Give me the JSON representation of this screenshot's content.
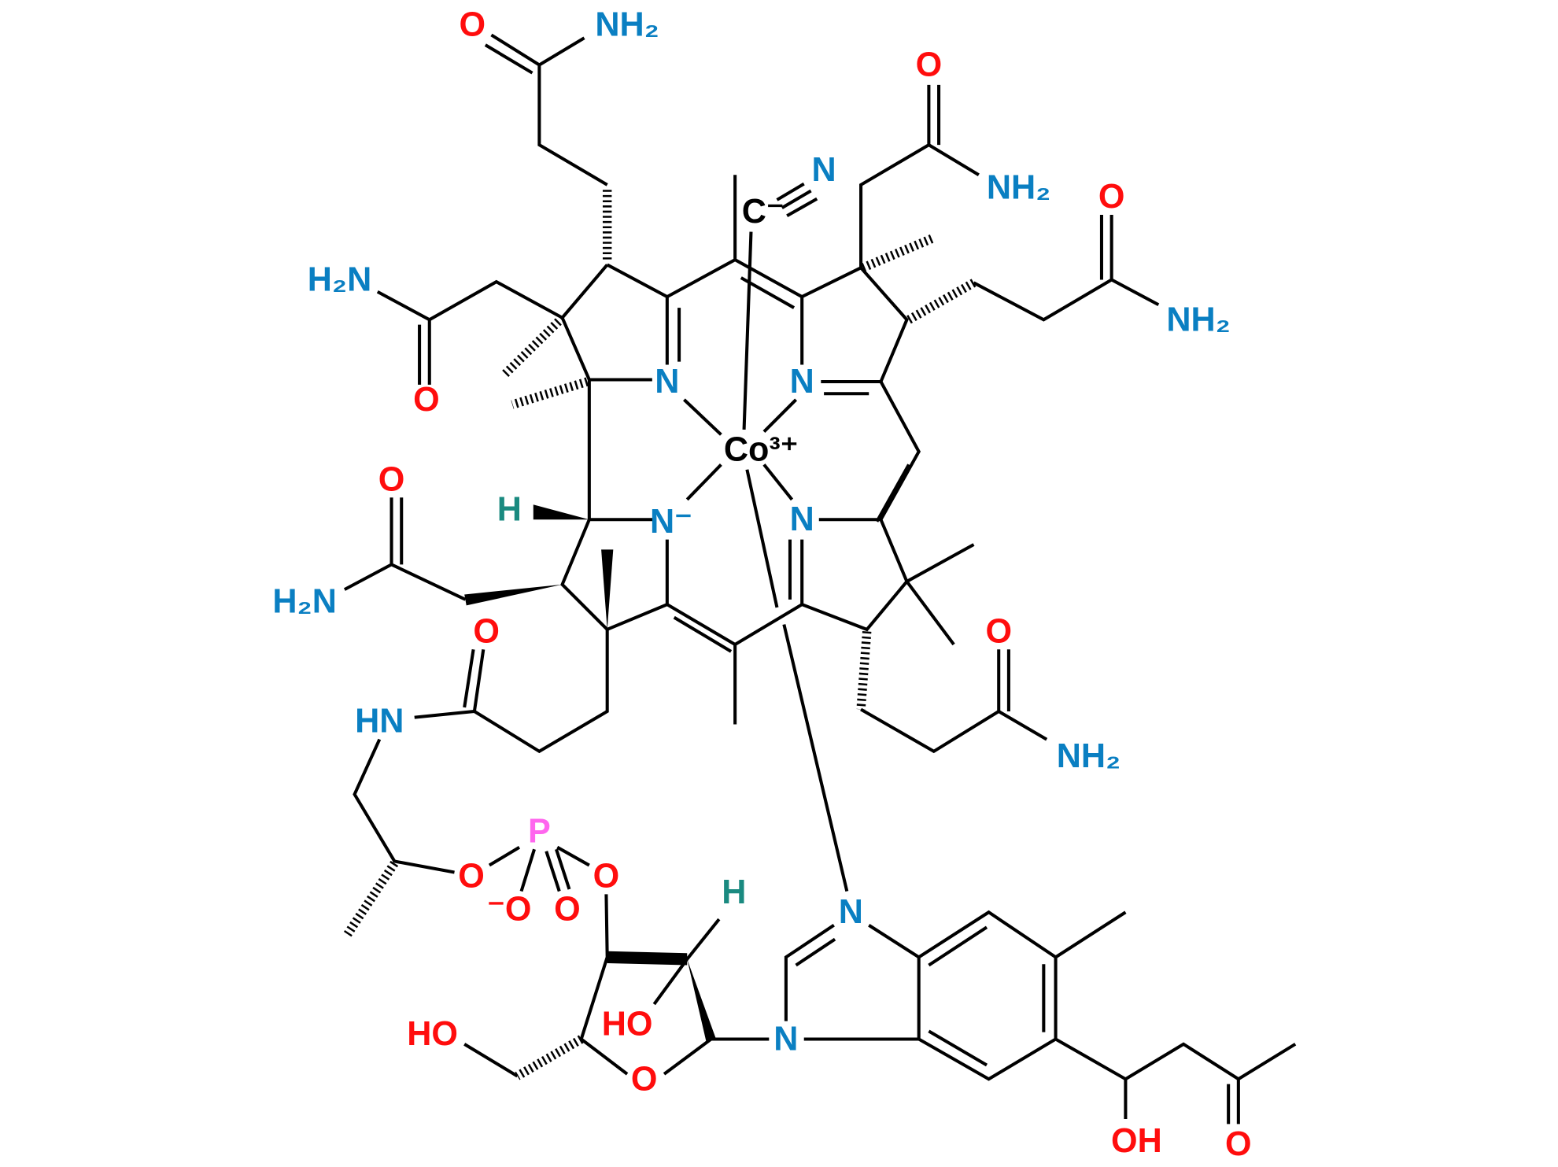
{
  "title": "Cyanocobalamin derivative structure",
  "colors": {
    "oxygen": "#ff0d0d",
    "nitrogen": "#0a7fc2",
    "carbon": "#000000",
    "hydrogen": "#1a8a80",
    "phosphorus": "#ff66ee"
  },
  "atoms": [
    {
      "label": "O"
    },
    {
      "label": "NH₂"
    },
    {
      "label": "H₂N"
    },
    {
      "label": "O"
    },
    {
      "label": "O"
    },
    {
      "label": "NH₂"
    },
    {
      "label": "O"
    },
    {
      "label": "NH₂"
    },
    {
      "label": "N"
    },
    {
      "label": "N"
    },
    {
      "label": "Co³⁺"
    },
    {
      "label": "C⁻"
    },
    {
      "label": "N"
    },
    {
      "label": "H"
    },
    {
      "label": "N⁻"
    },
    {
      "label": "N"
    },
    {
      "label": "O"
    },
    {
      "label": "H₂N"
    },
    {
      "label": "O"
    },
    {
      "label": "O"
    },
    {
      "label": "NH₂"
    },
    {
      "label": "HN"
    },
    {
      "label": "P"
    },
    {
      "label": "O"
    },
    {
      "label": "O"
    },
    {
      "label": "⁻O"
    },
    {
      "label": "O"
    },
    {
      "label": "H"
    },
    {
      "label": "N"
    },
    {
      "label": "HO"
    },
    {
      "label": "HO"
    },
    {
      "label": "N"
    },
    {
      "label": "O"
    },
    {
      "label": "OH"
    },
    {
      "label": "O"
    }
  ]
}
